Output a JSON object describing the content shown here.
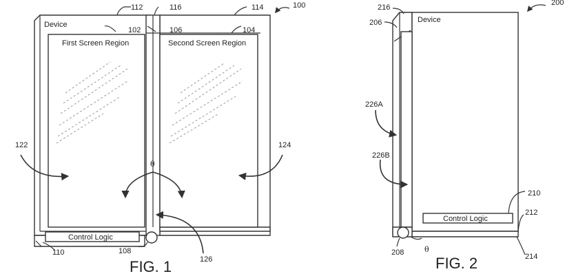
{
  "fig1": {
    "device_label": "Device",
    "first_region_label": "First Screen Region",
    "second_region_label": "Second Screen Region",
    "control_logic_label": "Control Logic",
    "theta_label": "θ",
    "caption": "FIG. 1",
    "ref_100": "100",
    "ref_102": "102",
    "ref_104": "104",
    "ref_106": "106",
    "ref_108": "108",
    "ref_110": "110",
    "ref_112": "112",
    "ref_114": "114",
    "ref_116": "116",
    "ref_122": "122",
    "ref_124": "124",
    "ref_126": "126"
  },
  "fig2": {
    "device_label": "Device",
    "control_logic_label": "Control Logic",
    "theta_label": "θ",
    "caption": "FIG. 2",
    "ref_200": "200",
    "ref_206": "206",
    "ref_208": "208",
    "ref_210": "210",
    "ref_212": "212",
    "ref_214": "214",
    "ref_216": "216",
    "ref_226A": "226A",
    "ref_226B": "226B"
  }
}
